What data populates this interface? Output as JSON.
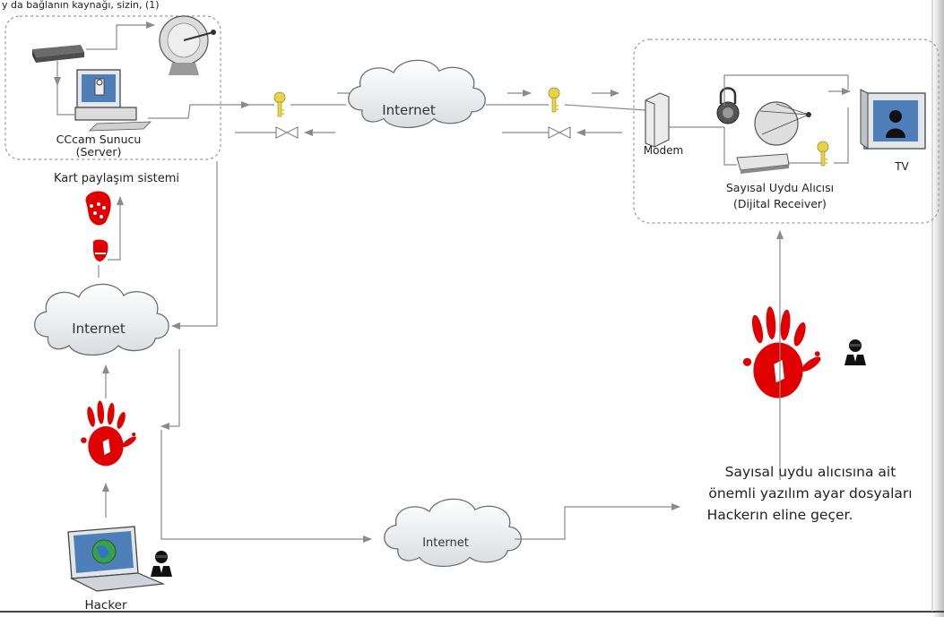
{
  "header_text": "y da bağlanın kaynağı, sizin, (1)",
  "labels": {
    "server": "CCcam Sunucu",
    "server_sub": "(Server)",
    "card_sharing": "Kart paylaşım sistemi",
    "modem": "Modem",
    "tv": "TV",
    "receiver": "Sayısal Uydu Alıcısı",
    "receiver_sub": "(Dijital Receiver)",
    "hacker": "Hacker",
    "note_line1": "Sayısal uydu alıcısına ait",
    "note_line2": "önemli yazılım ayar dosyaları",
    "note_line3": "Hackerın eline geçer."
  },
  "clouds": {
    "top": "Internet",
    "left": "Internet",
    "bottom": "Internet"
  },
  "colors": {
    "hand": "#e00000",
    "key": "#e8d24a",
    "line": "#8a8a8a",
    "cloud_fill": "#eef0f2",
    "border_dash": "#9a9a9a"
  }
}
